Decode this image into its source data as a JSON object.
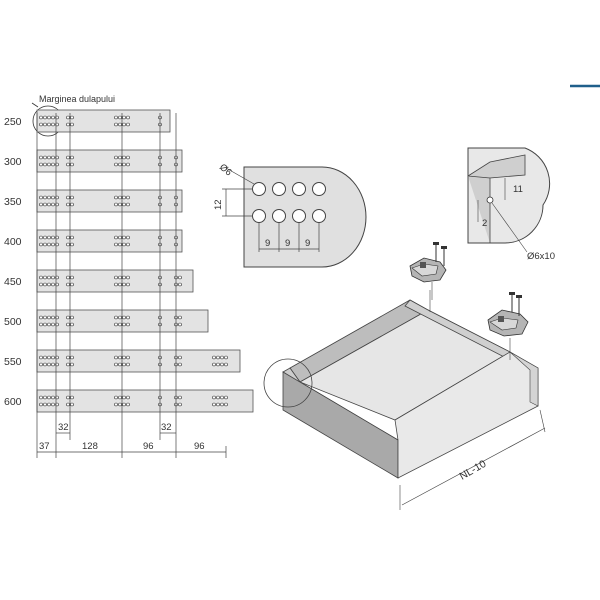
{
  "header": {
    "cabinet_edge_label": "Marginea dulapului"
  },
  "rail_lengths": [
    "250",
    "300",
    "350",
    "400",
    "450",
    "500",
    "550",
    "600"
  ],
  "bottom_dimensions": {
    "spacing_values": [
      "37",
      "128",
      "96",
      "96"
    ],
    "offset_values": [
      "32",
      "32"
    ]
  },
  "detail_holes": {
    "diameter_label": "Ø6",
    "row_spacing": "12",
    "column_spacing": [
      "9",
      "9",
      "9"
    ]
  },
  "detail_corner": {
    "dim_a": "11",
    "dim_b": "2",
    "hole_label": "Ø6x10"
  },
  "drawer": {
    "length_label": "NL-10"
  },
  "colors": {
    "accent": "#1f5f8b",
    "panel": "#d9d9d9",
    "line": "#444444"
  }
}
